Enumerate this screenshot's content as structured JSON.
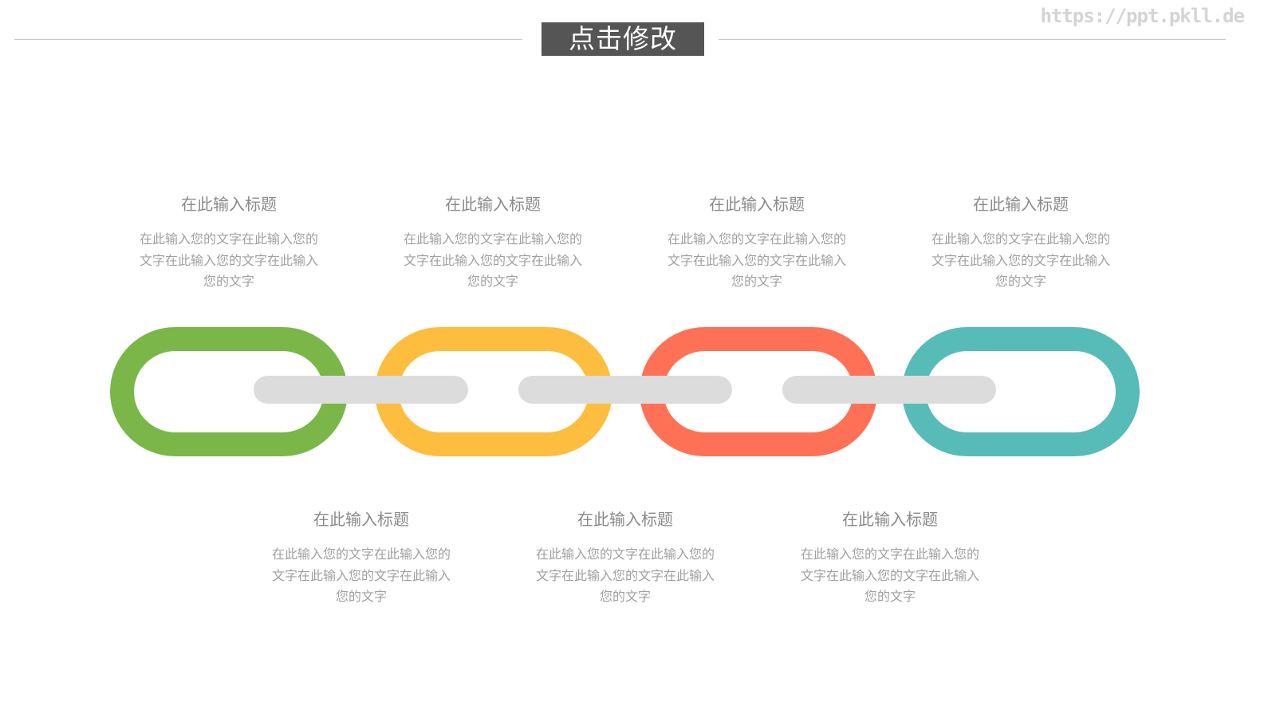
{
  "header": {
    "title": "点击修改",
    "title_bg": "#555555",
    "watermark": "https://ppt.pkll.de"
  },
  "chain": {
    "links": [
      {
        "name": "green",
        "color": "#7ab648"
      },
      {
        "name": "yellow",
        "color": "#fdbd3f"
      },
      {
        "name": "red",
        "color": "#fe7156"
      },
      {
        "name": "teal",
        "color": "#57bcb8"
      }
    ],
    "connector_color": "#dcdcdc"
  },
  "top_items": [
    {
      "title": "在此输入标题",
      "lines": [
        "在此输入您的文字在此输入您的",
        "文字在此输入您的文字在此输入",
        "您的文字"
      ]
    },
    {
      "title": "在此输入标题",
      "lines": [
        "在此输入您的文字在此输入您的",
        "文字在此输入您的文字在此输入",
        "您的文字"
      ]
    },
    {
      "title": "在此输入标题",
      "lines": [
        "在此输入您的文字在此输入您的",
        "文字在此输入您的文字在此输入",
        "您的文字"
      ]
    },
    {
      "title": "在此输入标题",
      "lines": [
        "在此输入您的文字在此输入您的",
        "文字在此输入您的文字在此输入",
        "您的文字"
      ]
    }
  ],
  "bottom_items": [
    {
      "title": "在此输入标题",
      "lines": [
        "在此输入您的文字在此输入您的",
        "文字在此输入您的文字在此输入",
        "您的文字"
      ]
    },
    {
      "title": "在此输入标题",
      "lines": [
        "在此输入您的文字在此输入您的",
        "文字在此输入您的文字在此输入",
        "您的文字"
      ]
    },
    {
      "title": "在此输入标题",
      "lines": [
        "在此输入您的文字在此输入您的",
        "文字在此输入您的文字在此输入",
        "您的文字"
      ]
    }
  ]
}
